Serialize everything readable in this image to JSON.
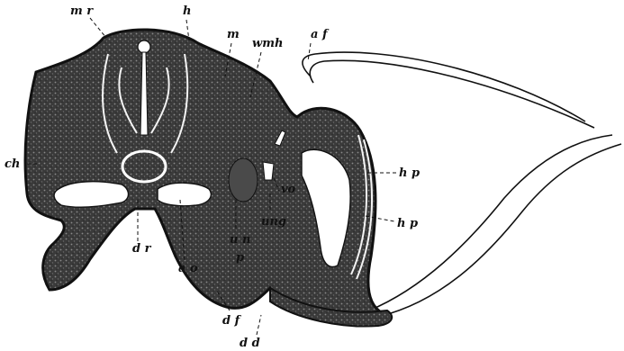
{
  "figure": {
    "ink_color": "#111111",
    "paper_color": "#ffffff",
    "labels": {
      "mr": "m r",
      "h": "h",
      "m": "m",
      "wmh": "wmh",
      "af": "a f",
      "ch": "ch",
      "vo": "vo",
      "hp_upper": "h p",
      "ung": "ung",
      "hp_lower": "h p",
      "un": "u n",
      "p": "p",
      "dr": "d r",
      "ao": "a o",
      "df": "d f",
      "dd": "d d"
    }
  }
}
